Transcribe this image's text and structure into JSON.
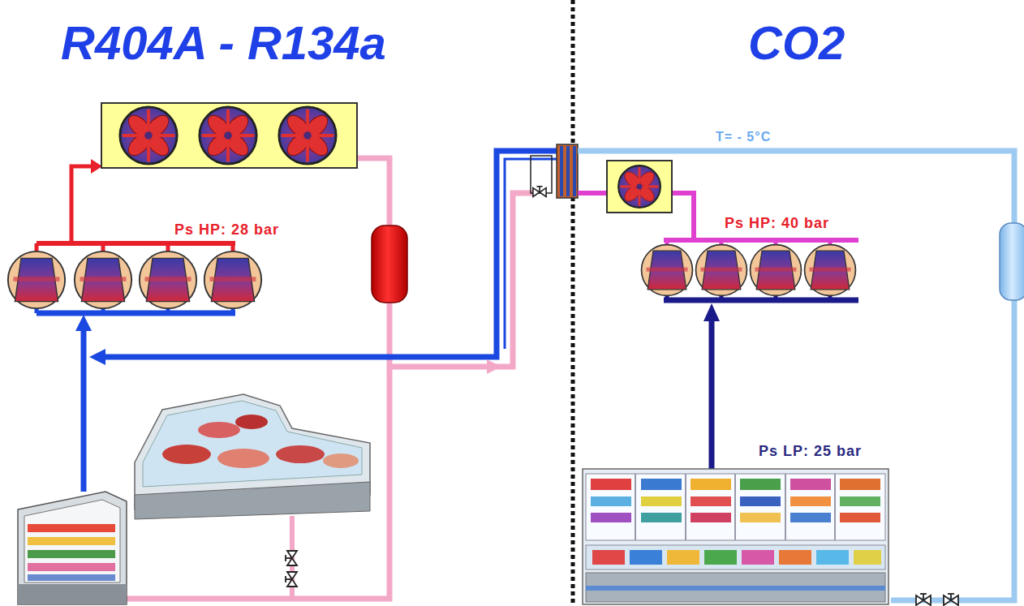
{
  "diagram": {
    "labels": [
      "R404A - R134a",
      "CO2",
      "Ps HP: 28 bar",
      "T= - 5°C",
      "Ps HP: 40 bar",
      "Ps LP: 25 bar"
    ]
  }
}
